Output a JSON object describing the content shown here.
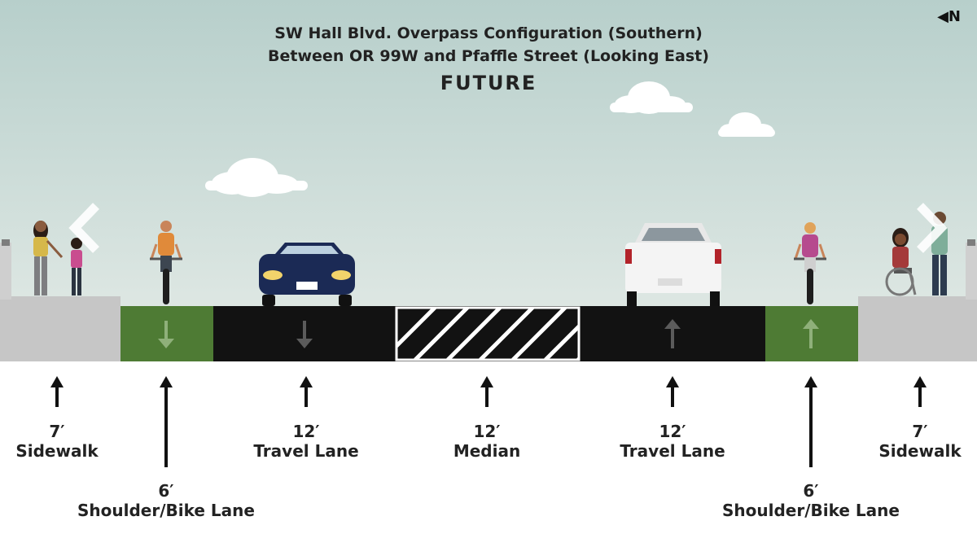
{
  "title": {
    "line1": "SW Hall Blvd. Overpass Configuration (Southern)",
    "line2": "Between OR 99W and Pfaffle Street (Looking East)",
    "line3": "FUTURE"
  },
  "compass": {
    "label": "N",
    "icon": "north-arrow-left-icon"
  },
  "colors": {
    "sky_top": "#b9d1cd",
    "sky_bottom": "#dfe8e4",
    "sidewalk": "#c8c8c8",
    "bike_lane": "#4e7b34",
    "travel_lane": "#111111",
    "ground": "#ffffff"
  },
  "segments": [
    {
      "id": "sidewalk-left",
      "width": "7′",
      "name": "Sidewalk"
    },
    {
      "id": "bike-lane-left",
      "width": "6′",
      "name": "Shoulder/Bike Lane"
    },
    {
      "id": "travel-lane-west",
      "width": "12′",
      "name": "Travel Lane"
    },
    {
      "id": "median",
      "width": "12′",
      "name": "Median"
    },
    {
      "id": "travel-lane-east",
      "width": "12′",
      "name": "Travel Lane"
    },
    {
      "id": "bike-lane-right",
      "width": "6′",
      "name": "Shoulder/Bike Lane"
    },
    {
      "id": "sidewalk-right",
      "width": "7′",
      "name": "Sidewalk"
    }
  ],
  "navigation": {
    "prev_icon": "chevron-left-icon",
    "next_icon": "chevron-right-icon"
  }
}
